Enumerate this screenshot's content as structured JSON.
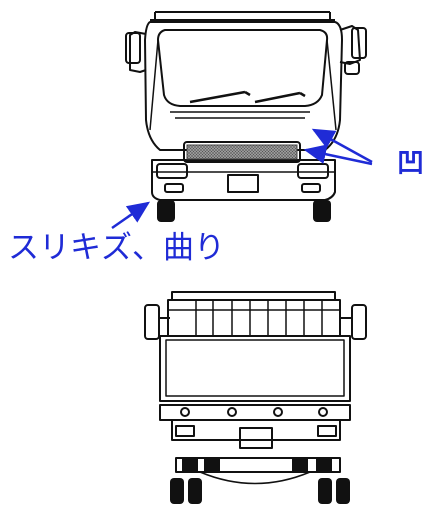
{
  "annotations": {
    "dent_label": "凹",
    "scratch_bend_label": "スリキズ、曲り"
  },
  "colors": {
    "annotation": "#1f2bd6",
    "line_art": "#111111",
    "grille": "#8a8a8a",
    "background": "#ffffff"
  },
  "views": [
    "truck-front-view",
    "truck-rear-view"
  ]
}
